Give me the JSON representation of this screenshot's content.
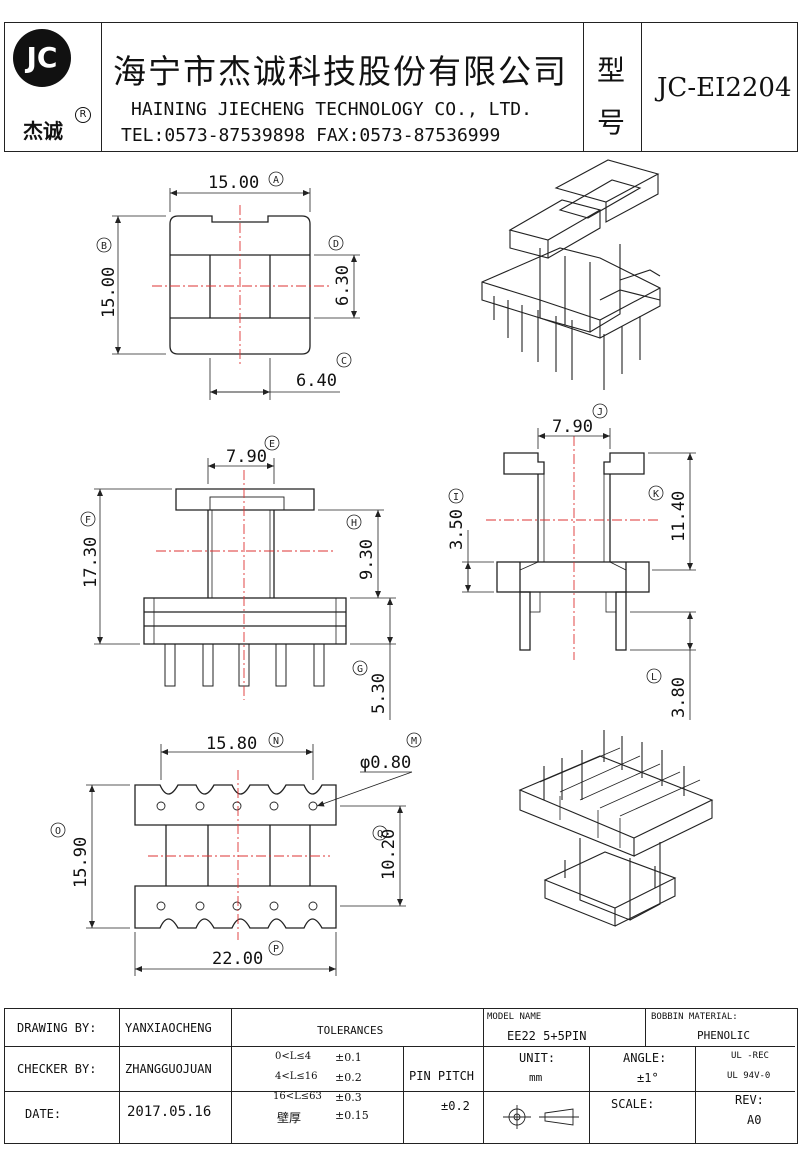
{
  "header": {
    "logo_text": "JC",
    "logo_sub": "杰诚",
    "registered": "R",
    "company_cn": "海宁市杰诚科技股份有限公司",
    "company_en": "HAINING JIECHENG TECHNOLOGY CO., LTD.",
    "tel_fax": "TEL:0573-87539898   FAX:0573-87536999",
    "model_label_1": "型",
    "model_label_2": "号",
    "model_no": "JC-EI2204"
  },
  "drawing": {
    "views": {
      "top": {
        "dims": {
          "A": "15.00",
          "B": "15.00",
          "C": "6.40",
          "D": "6.30"
        }
      },
      "front": {
        "dims": {
          "E": "7.90",
          "F": "17.30",
          "G": "5.30",
          "H": "9.30"
        }
      },
      "side": {
        "dims": {
          "I": "3.50",
          "J": "7.90",
          "K": "11.40",
          "L": "3.80"
        }
      },
      "bottom": {
        "dims": {
          "M": "φ0.80",
          "N": "15.80",
          "O": "15.90",
          "P": "22.00",
          "Q": "10.20"
        }
      }
    },
    "labels": [
      "A",
      "B",
      "C",
      "D",
      "E",
      "F",
      "G",
      "H",
      "I",
      "J",
      "K",
      "L",
      "M",
      "N",
      "O",
      "P",
      "Q"
    ]
  },
  "footer": {
    "drawing_by_label": "DRAWING  BY:",
    "drawing_by": "YANXIAOCHENG",
    "checker_by_label": "CHECKER  BY:",
    "checker_by": "ZHANGGUOJUAN",
    "date_label": "DATE:",
    "date": "2017.05.16",
    "tolerances_label": "TOLERANCES",
    "tol_rows": [
      {
        "range": "0<L≤4",
        "value": "±0.1"
      },
      {
        "range": "4<L≤16",
        "value": "±0.2"
      },
      {
        "range": "16<L≤63",
        "value": "±0.3"
      },
      {
        "range": "壁厚",
        "value": "±0.15"
      }
    ],
    "pin_pitch_label": "PIN PITCH",
    "pin_pitch": "±0.2",
    "model_name_label": "MODEL NAME",
    "model_name": "EE22 5+5PIN",
    "unit_label": "UNIT:",
    "unit": "mm",
    "angle_label": "ANGLE:",
    "angle": "±1°",
    "scale_label": "SCALE:",
    "bobbin_material_label": "BOBBIN MATERIAL:",
    "bobbin_material": "PHENOLIC",
    "ul_1": "UL -REC",
    "ul_2": "UL  94V-0",
    "rev_label": "REV:",
    "rev": "A0"
  }
}
